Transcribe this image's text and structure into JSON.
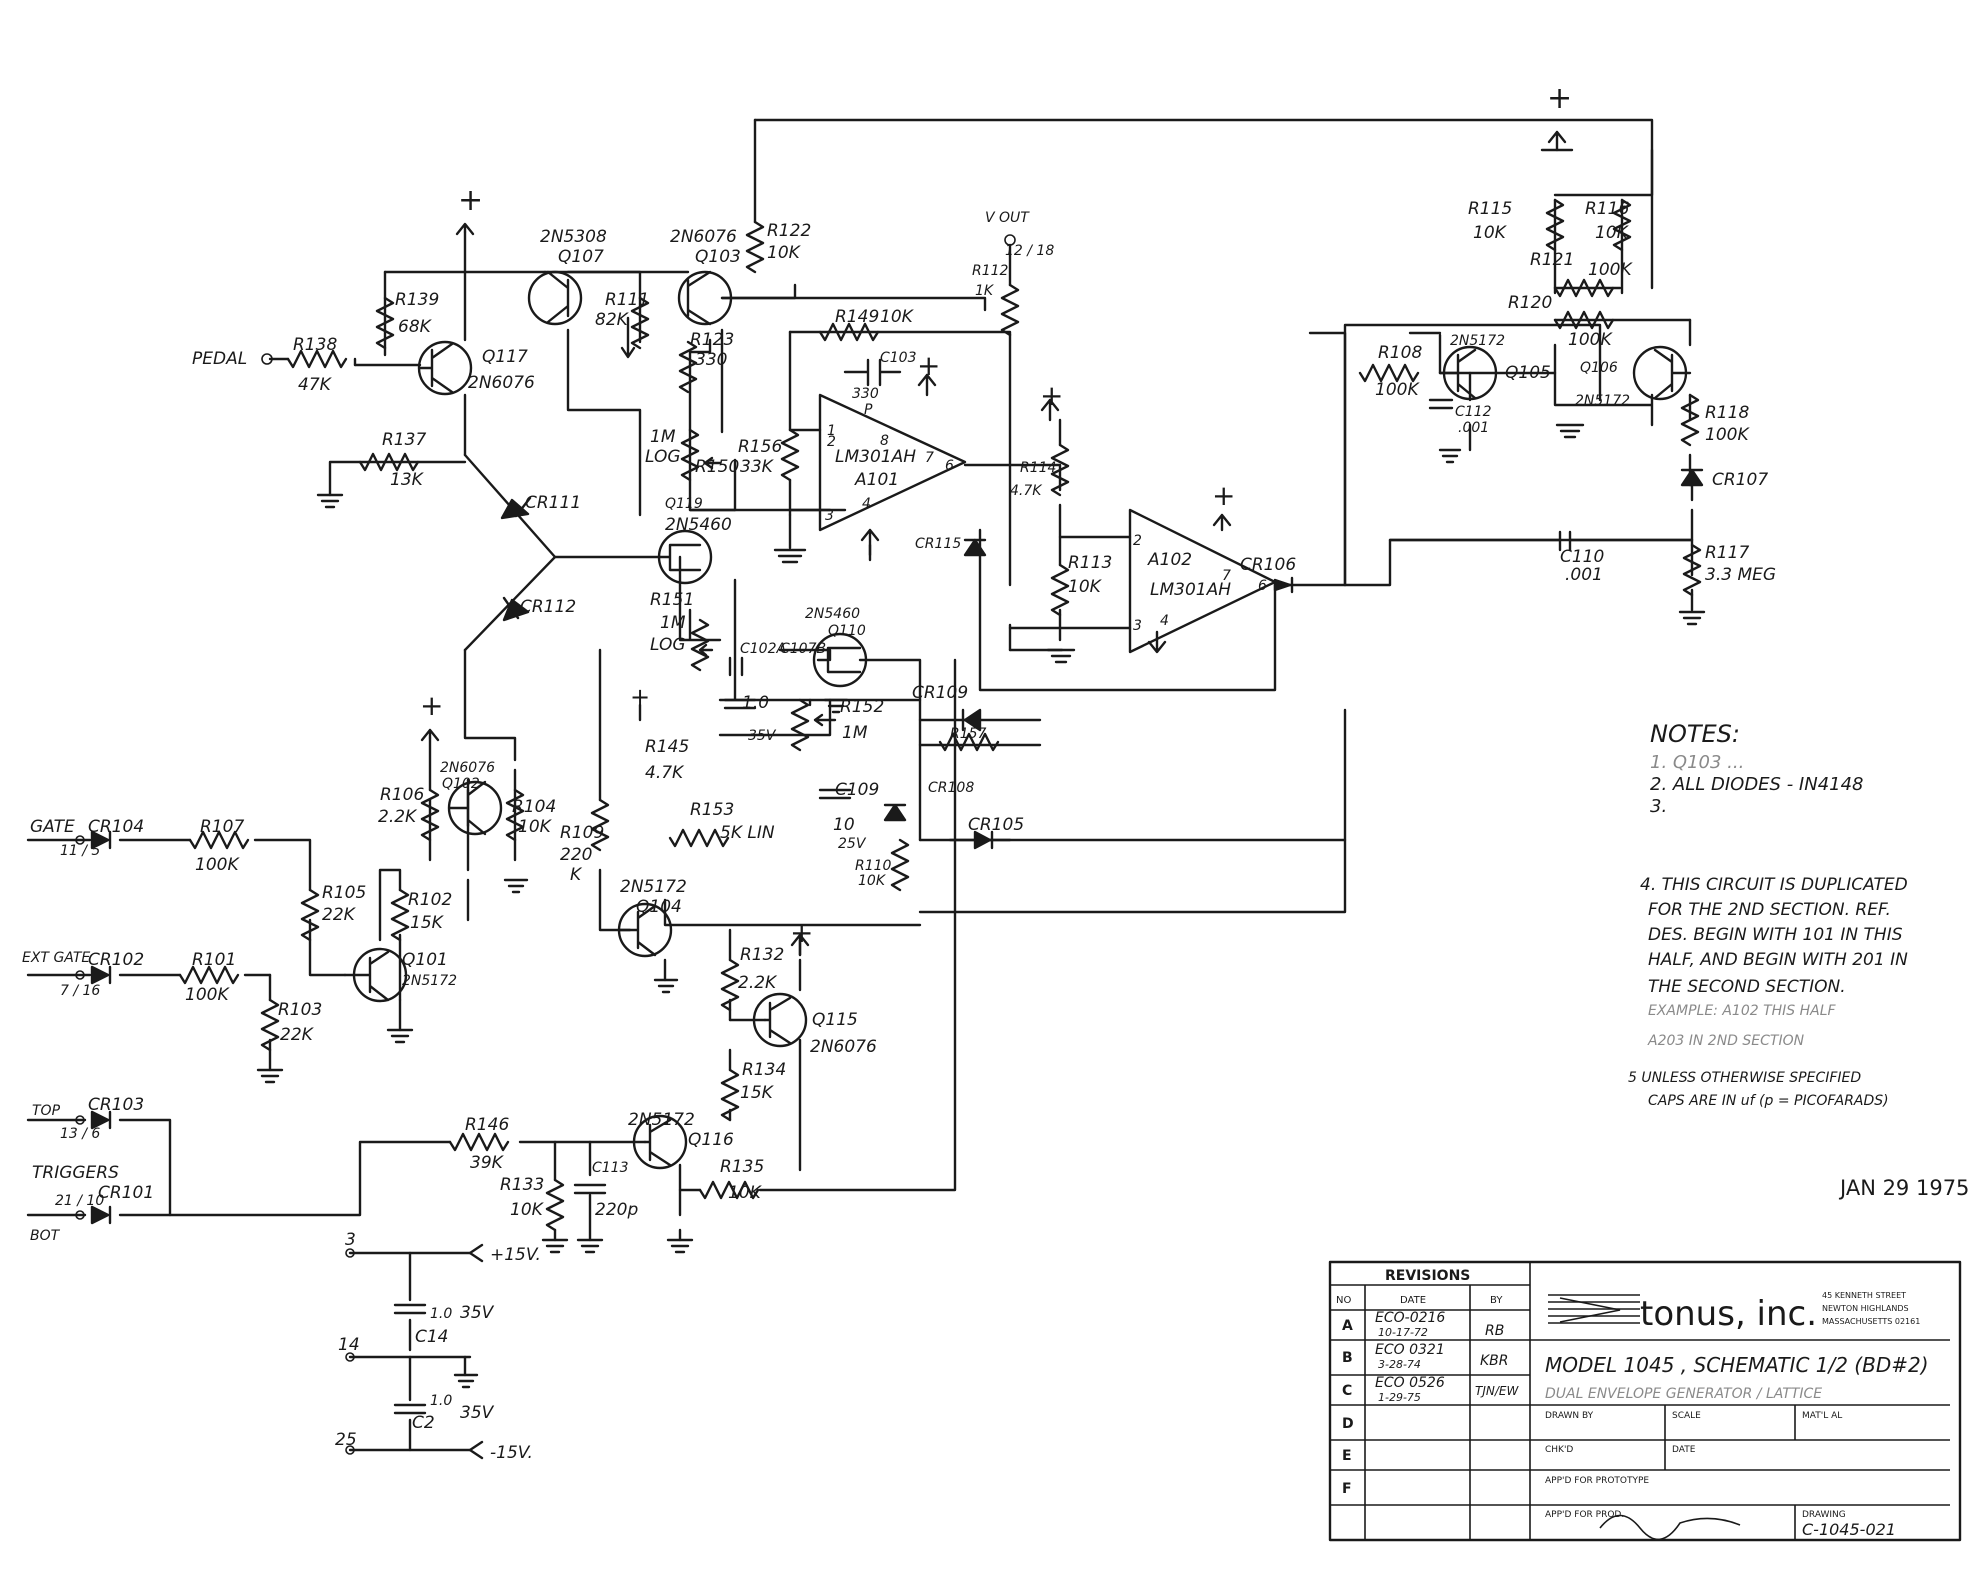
{
  "components": {
    "pedal": "PEDAL",
    "r138": "R138",
    "r138_val": "47K",
    "r139": "R139",
    "r139_val": "68K",
    "q117": "Q117",
    "q117_type": "2N6076",
    "r137": "R137",
    "r137_val": "13K",
    "cr111": "CR111",
    "cr112": "CR112",
    "q107_type": "2N5308",
    "q107": "Q107",
    "r111": "R111",
    "r111_val": "82K",
    "q103_type": "2N6076",
    "q103": "Q103",
    "r122": "R122",
    "r122_val": "10K",
    "r123": "R123",
    "r123_val": "330",
    "r150": "R150",
    "r150_val": "1M",
    "r150_taper": "LOG",
    "q119": "Q119",
    "q119_type": "2N5460",
    "r151": "R151",
    "r151_val": "1M",
    "r151_taper": "LOG",
    "r149": "R149",
    "r149_val": "10K",
    "c103": "C103",
    "c103_val": "330",
    "c103_unit": "P",
    "r156": "R156",
    "r156_val": "33K",
    "a101_type": "LM301AH",
    "a101": "A101",
    "vout": "V OUT",
    "vout_pins": "12 / 18",
    "r112": "R112",
    "r112_val": "1K",
    "cr115": "CR115",
    "r114": "R114",
    "r114_val": "4.7K",
    "r113": "R113",
    "r113_val": "10K",
    "a102": "A102",
    "a102_type": "LM301AH",
    "cr106": "CR106",
    "r115": "R115",
    "r115_val": "10K",
    "r116": "R116",
    "r116_val": "10K",
    "r121": "R121",
    "r121_val": "100K",
    "r120": "R120",
    "r120_val": "100K",
    "r108": "R108",
    "r108_val": "100K",
    "q105_type": "2N5172",
    "q105": "Q105",
    "q106": "Q106",
    "q106_type": "2N5172",
    "c112": "C112",
    "c112_val": ".001",
    "r118": "R118",
    "r118_val": "100K",
    "cr107": "CR107",
    "c110": "C110",
    "c110_val": ".001",
    "r117": "R117",
    "r117_val": "3.3 MEG",
    "q110_type": "2N5460",
    "q110": "Q110",
    "c102a": "C102A",
    "c107b": "C107B",
    "c_1uf": "1.0",
    "c_1uf_v": "35V",
    "cr109": "CR109",
    "r157": "R157",
    "r152": "R152",
    "r152_val": "1M",
    "r145": "R145",
    "r145_val": "4.7K",
    "r153": "R153",
    "r153_val": "5K LIN",
    "c109": "C109",
    "c109_val": "10",
    "c109_v": "25V",
    "cr108": "CR108",
    "cr105": "CR105",
    "r110": "R110",
    "r110_val": "10K",
    "q102_type": "2N6076",
    "q102": "Q102",
    "r106": "R106",
    "r106_val": "2.2K",
    "r104": "R104",
    "r104_val": "10K",
    "r109": "R109",
    "r109_val": "220",
    "r109_unit": "K",
    "gate": "GATE",
    "gate_pins": "11 / 5",
    "cr104": "CR104",
    "r107": "R107",
    "r107_val": "100K",
    "r105": "R105",
    "r105_val": "22K",
    "r102": "R102",
    "r102_val": "15K",
    "q104_type": "2N5172",
    "q104": "Q104",
    "ext_gate": "EXT GATE",
    "ext_gate_pins": "7 / 16",
    "cr102": "CR102",
    "r101": "R101",
    "r101_val": "100K",
    "r103": "R103",
    "r103_val": "22K",
    "q101": "Q101",
    "q101_type": "2N5172",
    "r132": "R132",
    "r132_val": "2.2K",
    "q115": "Q115",
    "q115_type": "2N6076",
    "r134": "R134",
    "r134_val": "15K",
    "top": "TOP",
    "top_pins": "13 / 6",
    "cr103": "CR103",
    "triggers": "TRIGGERS",
    "bot": "BOT",
    "bot_pins": "21 / 10",
    "cr101": "CR101",
    "r146": "R146",
    "r146_val": "39K",
    "q116_type": "2N5172",
    "q116": "Q116",
    "r133": "R133",
    "r133_val": "10K",
    "c113": "C113",
    "c113_val": "220p",
    "r135": "R135",
    "r135_val": "10K",
    "p15v": "+15V.",
    "pin3": "3",
    "c1_val": "1.0",
    "c1_v": "35V",
    "c14": "C14",
    "pin14": "14",
    "c2_val": "1.0",
    "c2_v": "35V",
    "c2": "C2",
    "n15v": "-15V.",
    "pin25": "25"
  },
  "notes": {
    "heading": "NOTES:",
    "n1": "1. Q103 ...",
    "n2": "2. ALL DIODES - IN4148",
    "n3": "3.",
    "n4": [
      "4. THIS CIRCUIT IS DUPLICATED",
      "FOR THE 2ND SECTION. REF.",
      "DES. BEGIN WITH 101 IN THIS",
      "HALF, AND BEGIN WITH 201 IN",
      "THE SECOND SECTION."
    ],
    "n4b": [
      "EXAMPLE: A102 THIS HALF",
      "A203 IN 2ND SECTION"
    ],
    "n5": [
      "5 UNLESS OTHERWISE SPECIFIED",
      "CAPS ARE IN uf (p = PICOFARADS)"
    ],
    "date": "JAN 29 1975"
  },
  "title_block": {
    "revisions": "REVISIONS",
    "col_no": "NO",
    "col_date": "DATE",
    "col_by": "BY",
    "rows": [
      {
        "no": "A",
        "eco": "ECO-0216",
        "date": "10-17-72",
        "by": "RB"
      },
      {
        "no": "B",
        "eco": "ECO 0321",
        "date": "3-28-74",
        "by": "KBR"
      },
      {
        "no": "C",
        "eco": "ECO 0526",
        "date": "1-29-75",
        "by": "TJN/EW"
      },
      {
        "no": "D",
        "eco": "",
        "date": "",
        "by": ""
      },
      {
        "no": "E",
        "eco": "",
        "date": "",
        "by": ""
      },
      {
        "no": "F",
        "eco": "",
        "date": "",
        "by": ""
      }
    ],
    "company": "tonus, inc.",
    "address": [
      "45 KENNETH STREET",
      "NEWTON HIGHLANDS",
      "MASSACHUSETTS 02161"
    ],
    "model": "MODEL 1045 , SCHEMATIC 1/2 (BD#2)",
    "subtitle": "DUAL ENVELOPE GENERATOR / LATTICE",
    "drawn_by": "DRAWN BY",
    "scale": "SCALE",
    "material": "MAT'L AL",
    "chkd": "CHK'D",
    "date_lbl": "DATE",
    "appd_proto": "APP'D FOR PROTOTYPE",
    "appd_prod": "APP'D FOR PROD.",
    "drawing_lbl": "DRAWING",
    "drawing_no": "C-1045-021"
  }
}
